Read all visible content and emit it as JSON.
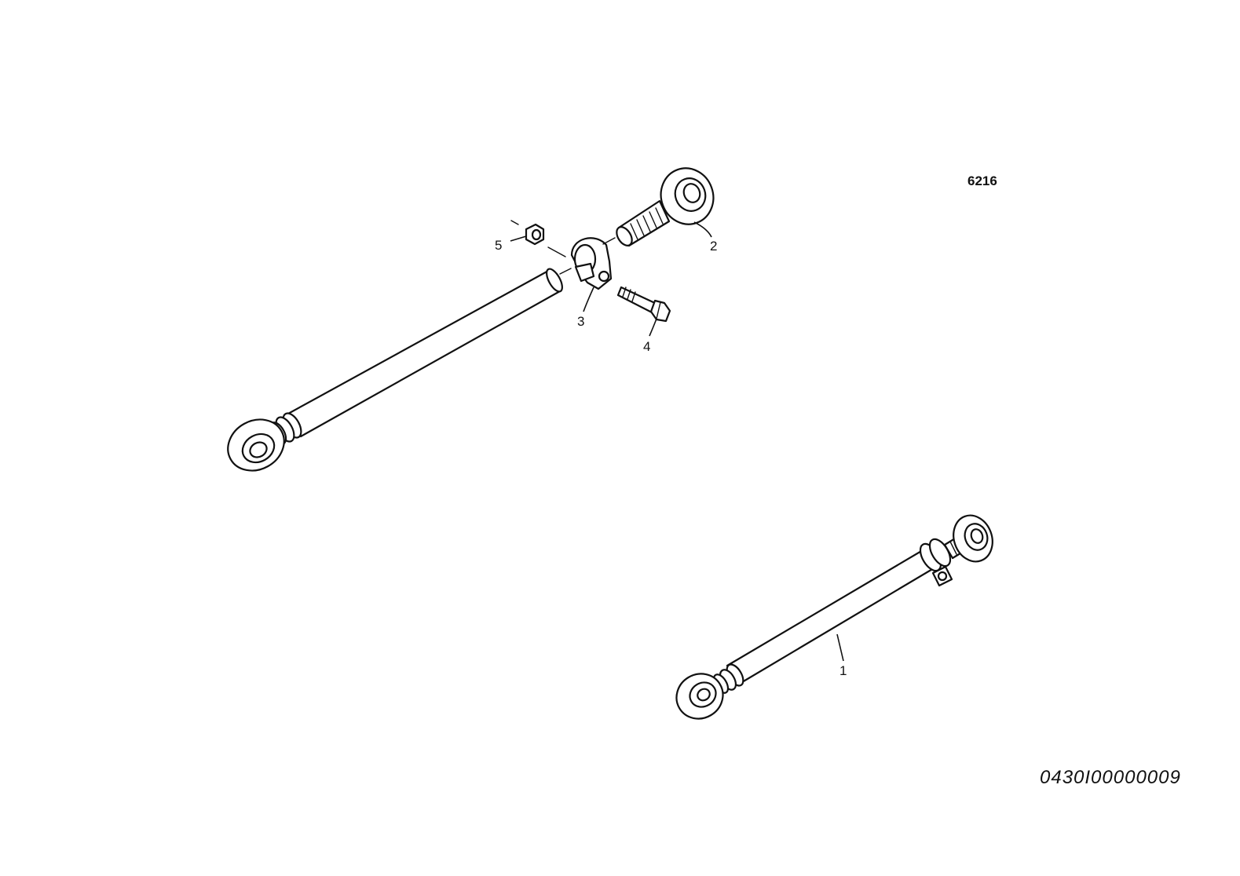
{
  "figure_code": "6216",
  "document_id": "0430I00000009",
  "callouts": {
    "c1": "1",
    "c2": "2",
    "c3": "3",
    "c4": "4",
    "c5": "5"
  },
  "colors": {
    "line": "#111111",
    "background": "#ffffff"
  }
}
